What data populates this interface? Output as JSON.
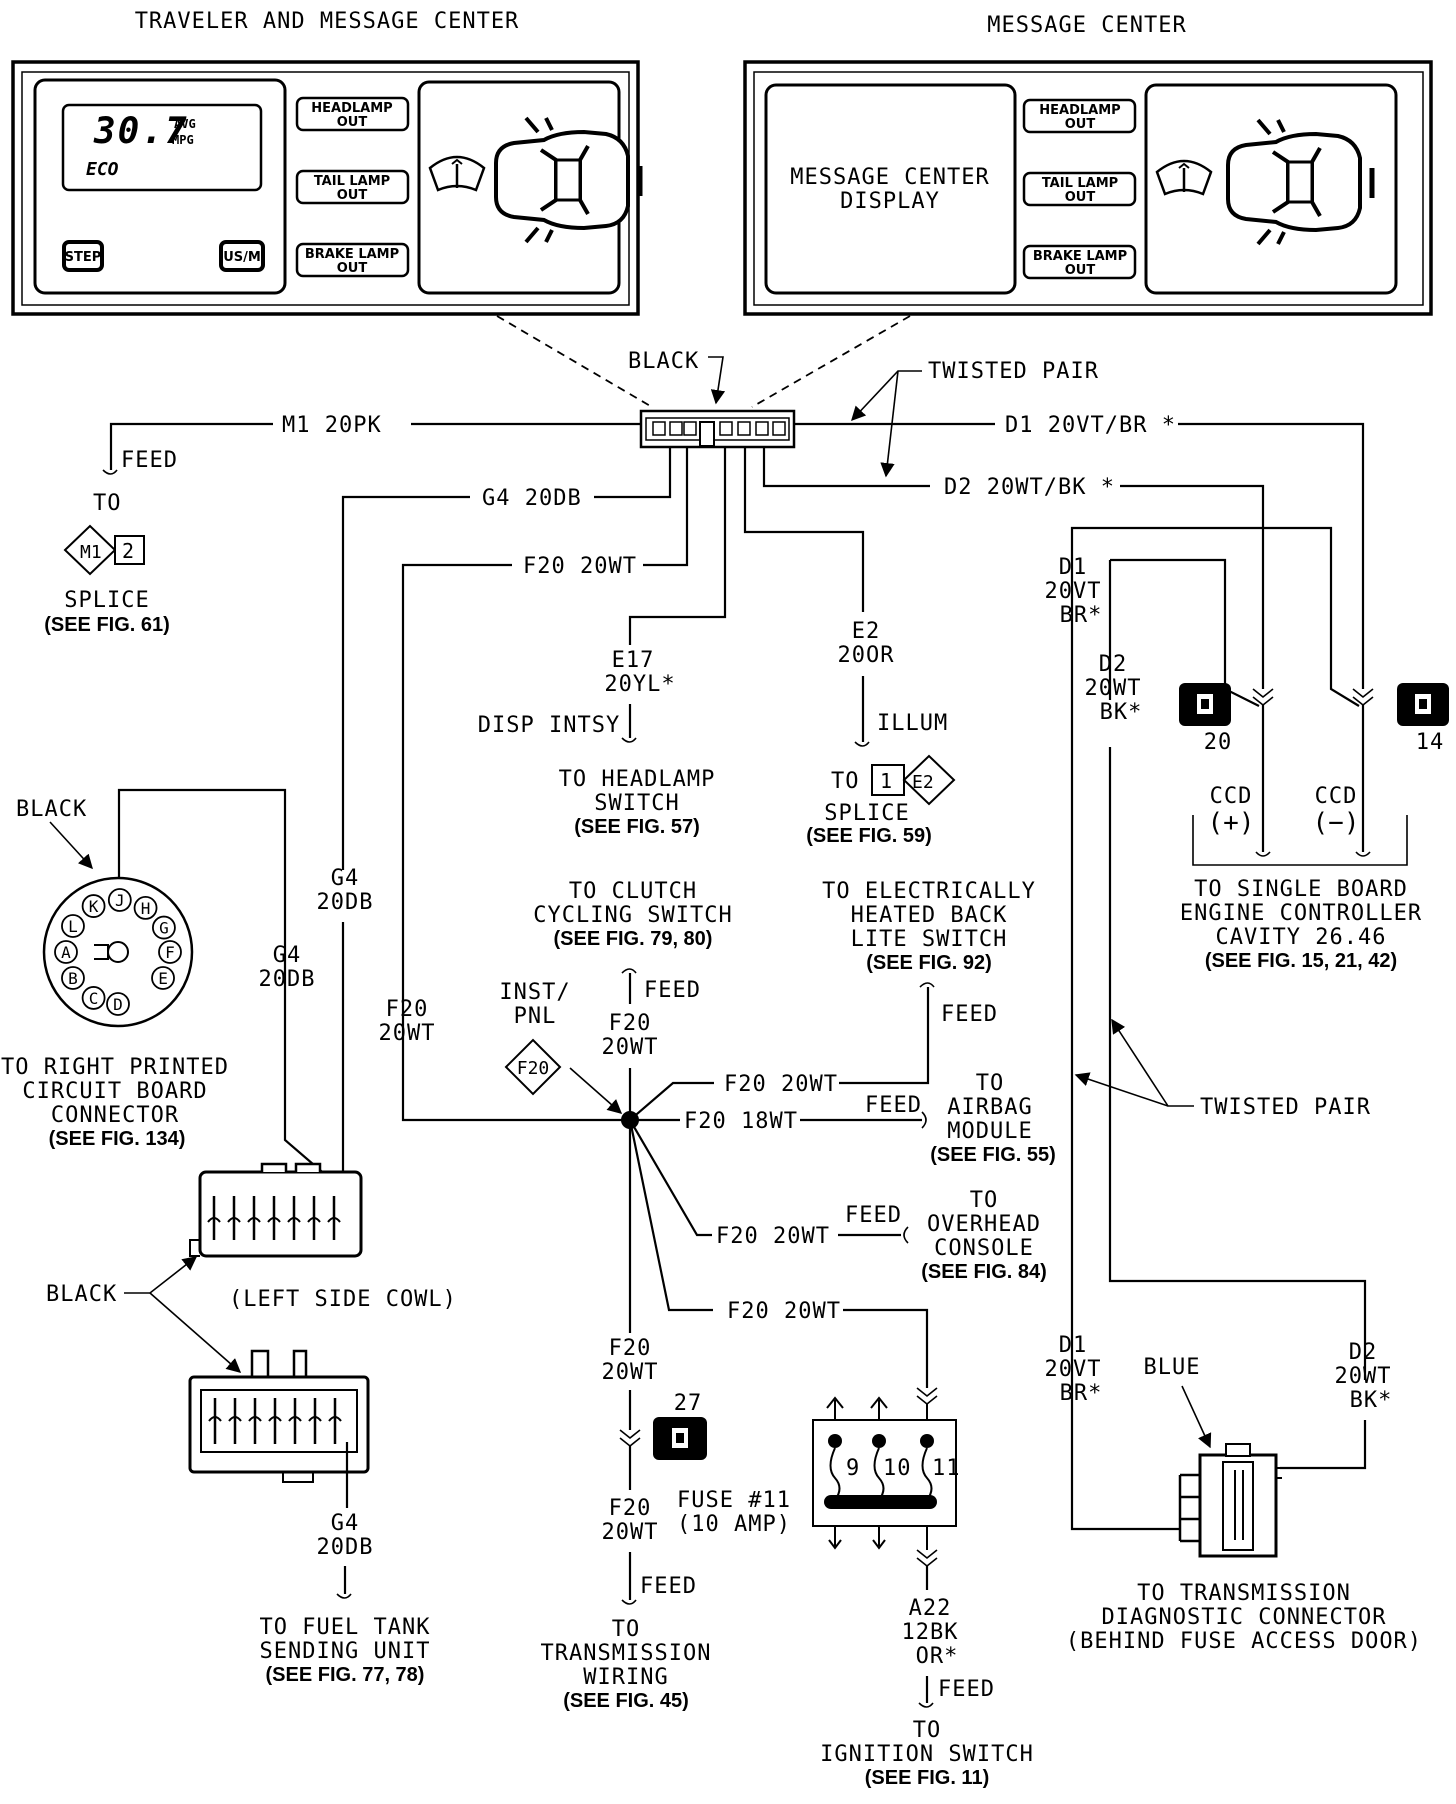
{
  "titles": {
    "traveler": "TRAVELER AND MESSAGE CENTER",
    "message_center": "MESSAGE CENTER"
  },
  "traveler_panel": {
    "display_value": "30.7",
    "display_avg": "AVG",
    "display_mpg": "MPG",
    "display_eco": "ECO",
    "step_button": "STEP",
    "usm_button": "US/M",
    "headlamp_line1": "HEADLAMP",
    "headlamp_line2": "OUT",
    "tail_line1": "TAIL LAMP",
    "tail_line2": "OUT",
    "brake_line1": "BRAKE LAMP",
    "brake_line2": "OUT"
  },
  "message_panel": {
    "display_line1": "MESSAGE CENTER",
    "display_line2": "DISPLAY",
    "headlamp_line1": "HEADLAMP",
    "headlamp_line2": "OUT",
    "tail_line1": "TAIL LAMP",
    "tail_line2": "OUT",
    "brake_line1": "BRAKE LAMP",
    "brake_line2": "OUT"
  },
  "connector": {
    "color": "BLACK",
    "twisted_pair": "TWISTED PAIR"
  },
  "wires": {
    "m1": "M1 20PK",
    "d1": "D1 20VT/BR *",
    "d2": "D2 20WT/BK *",
    "g4": "G4 20DB",
    "f20": "F20 20WT"
  },
  "m1_splice": {
    "feed": "FEED",
    "to": "TO",
    "splice_id": "M1",
    "splice_pin": "2",
    "label": "SPLICE",
    "ref": "(SEE FIG. 61)"
  },
  "e17": {
    "line1": "E17",
    "line2": "20YL*",
    "disp": "DISP INTSY",
    "to1": "TO HEADLAMP",
    "to2": "SWITCH",
    "ref": "(SEE FIG. 57)"
  },
  "e2": {
    "line1": "E2",
    "line2": "20OR",
    "illum": "ILLUM",
    "to": "TO",
    "pin": "1",
    "splice_id": "E2",
    "splice": "SPLICE",
    "ref": "(SEE FIG. 59)"
  },
  "ccd": {
    "d1_a": "D1",
    "d1_b": "20VT",
    "d1_c": "BR*",
    "d2_a": "D2",
    "d2_b": "20WT",
    "d2_c": "BK*",
    "cav_20": "20",
    "cav_14": "14",
    "ccd_plus_a": "CCD",
    "ccd_plus_b": "(+)",
    "ccd_minus_a": "CCD",
    "ccd_minus_b": "(−)",
    "to1": "TO SINGLE BOARD",
    "to2": "ENGINE CONTROLLER",
    "to3": "CAVITY 26.46",
    "ref": "(SEE FIG. 15, 21, 42)"
  },
  "round_connector": {
    "color": "BLACK",
    "pins": [
      "K",
      "J",
      "H",
      "L",
      "G",
      "A",
      "F",
      "B",
      "E",
      "C",
      "D"
    ],
    "to1": "TO RIGHT PRINTED",
    "to2": "CIRCUIT BOARD",
    "to3": "CONNECTOR",
    "ref": "(SEE FIG. 134)"
  },
  "g4_labels": {
    "a1": "G4",
    "a2": "20DB",
    "b1": "G4",
    "b2": "20DB",
    "c1": "G4",
    "c2": "20DB"
  },
  "cowl": {
    "black": "BLACK",
    "location": "(LEFT SIDE COWL)",
    "to1": "TO FUEL TANK",
    "to2": "SENDING UNIT",
    "ref": "(SEE FIG. 77, 78)"
  },
  "clutch": {
    "to1": "TO CLUTCH",
    "to2": "CYCLING SWITCH",
    "ref": "(SEE FIG. 79, 80)",
    "feed": "FEED"
  },
  "backlite": {
    "to1": "TO ELECTRICALLY",
    "to2": "HEATED BACK",
    "to3": "LITE SWITCH",
    "ref": "(SEE FIG. 92)",
    "feed": "FEED"
  },
  "splice_f20": {
    "inst1": "INST/",
    "inst2": "PNL",
    "id": "F20",
    "f20a": "F20",
    "f20b": "20WT",
    "left_a": "F20",
    "left_b": "20WT",
    "branch_backlite": "F20 20WT",
    "branch_airbag": "F20 18WT",
    "branch_overhead": "F20 20WT",
    "branch_fuse": "F20 20WT"
  },
  "airbag": {
    "feed": "FEED",
    "to1": "TO",
    "to2": "AIRBAG",
    "to3": "MODULE",
    "ref": "(SEE FIG. 55)"
  },
  "overhead": {
    "feed": "FEED",
    "to1": "TO",
    "to2": "OVERHEAD",
    "to3": "CONSOLE",
    "ref": "(SEE FIG. 84)"
  },
  "twisted_pair_right": "TWISTED PAIR",
  "transmission": {
    "f20a": "F20",
    "f20b": "20WT",
    "cav": "27",
    "f20c": "F20",
    "f20d": "20WT",
    "feed": "FEED",
    "to1": "TO",
    "to2": "TRANSMISSION",
    "to3": "WIRING",
    "ref": "(SEE FIG. 45)"
  },
  "fuse": {
    "label1": "FUSE #11",
    "label2": "(10 AMP)",
    "pin9": "9",
    "pin10": "10",
    "pin11": "11",
    "a22a": "A22",
    "a22b": "12BK",
    "a22c": "OR*",
    "feed": "FEED",
    "to1": "TO",
    "to2": "IGNITION SWITCH",
    "ref": "(SEE FIG. 11)"
  },
  "diag": {
    "d1a": "D1",
    "d1b": "20VT",
    "d1c": "BR*",
    "d2a": "D2",
    "d2b": "20WT",
    "d2c": "BK*",
    "blue": "BLUE",
    "to1": "TO TRANSMISSION",
    "to2": "DIAGNOSTIC CONNECTOR",
    "to3": "(BEHIND FUSE ACCESS DOOR)"
  }
}
